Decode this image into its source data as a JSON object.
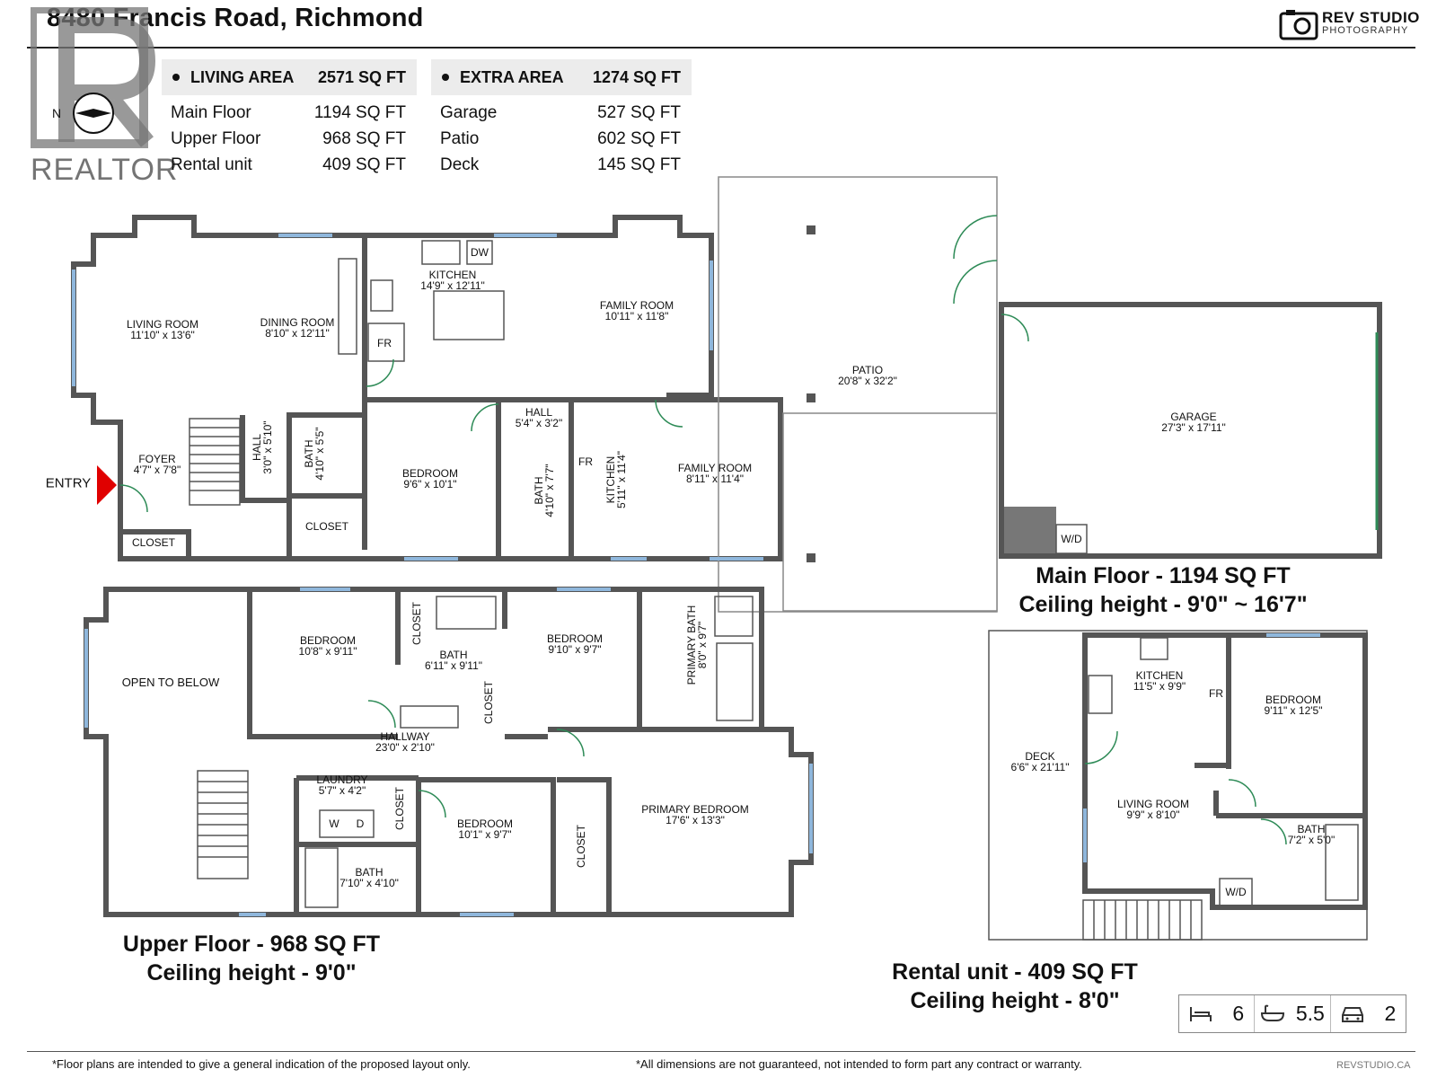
{
  "header": {
    "title": "8480 Francis Road, Richmond",
    "brand": {
      "name": "REV STUDIO",
      "sub": "PHOTOGRAPHY"
    },
    "watermark": "REALTOR"
  },
  "living_area": {
    "title": "LIVING AREA",
    "total": "2571 SQ FT",
    "rows": [
      {
        "name": "Main Floor",
        "value": "1194 SQ FT"
      },
      {
        "name": "Upper Floor",
        "value": "968 SQ FT"
      },
      {
        "name": "Rental unit",
        "value": "409 SQ FT"
      }
    ]
  },
  "extra_area": {
    "title": "EXTRA AREA",
    "total": "1274 SQ FT",
    "rows": [
      {
        "name": "Garage",
        "value": "527 SQ FT"
      },
      {
        "name": "Patio",
        "value": "602 SQ FT"
      },
      {
        "name": "Deck",
        "value": "145 SQ FT"
      }
    ]
  },
  "captions": {
    "main": {
      "line1": "Main Floor - 1194 SQ FT",
      "line2": "Ceiling height - 9'0\" ~ 16'7\""
    },
    "upper": {
      "line1": "Upper Floor - 968 SQ FT",
      "line2": "Ceiling height - 9'0\""
    },
    "rental": {
      "line1": "Rental unit - 409 SQ FT",
      "line2": "Ceiling height - 8'0\""
    }
  },
  "stats": {
    "beds": "6",
    "baths": "5.5",
    "parking": "2"
  },
  "footer": {
    "left": "*Floor plans are intended to give a general indication of the proposed layout only.",
    "center": "*All dimensions are not guaranteed, not intended to form part any contract or warranty.",
    "right": "REVSTUDIO.CA"
  },
  "entry_label": "ENTRY",
  "rooms": {
    "living": [
      "LIVING ROOM",
      "11'10\" x 13'6\""
    ],
    "dining": [
      "DINING ROOM",
      "8'10\" x 12'11\""
    ],
    "kitchen": [
      "KITCHEN",
      "14'9\" x 12'11\""
    ],
    "family": [
      "FAMILY ROOM",
      "10'11\" x 11'8\""
    ],
    "patio": [
      "PATIO",
      "20'8\" x 32'2\""
    ],
    "garage": [
      "GARAGE",
      "27'3\" x 17'11\""
    ],
    "foyer": [
      "FOYER",
      "4'7\" x 7'8\""
    ],
    "hall_v": [
      "HALL",
      "3'0\" x 5'10\""
    ],
    "bath_main": [
      "BATH",
      "4'10\" x 5'5\""
    ],
    "hall_main": [
      "HALL",
      "5'4\" x 3'2\""
    ],
    "bedroom_main": [
      "BEDROOM",
      "9'6\" x 10'1\""
    ],
    "bath_suite": [
      "BATH",
      "4'10\" x 7'7\""
    ],
    "kitchen_suite": [
      "KITCHEN",
      "5'11\" x 11'4\""
    ],
    "family_suite": [
      "FAMILY ROOM",
      "8'11\" x 11'4\""
    ],
    "closet": "CLOSET",
    "fr": "FR",
    "dw": "DW",
    "wd": "W/D",
    "w": "W",
    "d": "D",
    "open_below": "OPEN TO BELOW",
    "bed_up1": [
      "BEDROOM",
      "10'8\" x 9'11\""
    ],
    "bath_up": [
      "BATH",
      "6'11\" x 9'11\""
    ],
    "bed_up2": [
      "BEDROOM",
      "9'10\" x 9'7\""
    ],
    "primary_bath": [
      "PRIMARY BATH",
      "8'0\" x 9'7\""
    ],
    "hallway": [
      "HALLWAY",
      "23'0\" x 2'10\""
    ],
    "laundry": [
      "LAUNDRY",
      "5'7\" x 4'2\""
    ],
    "bath_up2": [
      "BATH",
      "7'10\" x 4'10\""
    ],
    "bed_up3": [
      "BEDROOM",
      "10'1\" x 9'7\""
    ],
    "primary_bed": [
      "PRIMARY BEDROOM",
      "17'6\" x 13'3\""
    ],
    "deck": [
      "DECK",
      "6'6\" x 21'11\""
    ],
    "kitchen_r": [
      "KITCHEN",
      "11'5\" x 9'9\""
    ],
    "bed_r": [
      "BEDROOM",
      "9'11\" x 12'5\""
    ],
    "living_r": [
      "LIVING ROOM",
      "9'9\" x 8'10\""
    ],
    "bath_r": [
      "BATH",
      "7'2\" x 5'0\""
    ]
  },
  "colors": {
    "wall": "#555555",
    "window": "#8fb7dc",
    "door": "#2e8b57",
    "entry": "#e00000"
  }
}
